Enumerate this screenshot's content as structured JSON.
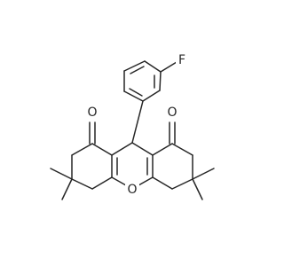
{
  "molecule": {
    "atom_labels": {
      "fluorine": "F",
      "carbonyl_oxygen_left": "O",
      "carbonyl_oxygen_right": "O",
      "ring_oxygen": "O"
    },
    "colors": {
      "bond": "#262626",
      "background": "#ffffff"
    }
  }
}
